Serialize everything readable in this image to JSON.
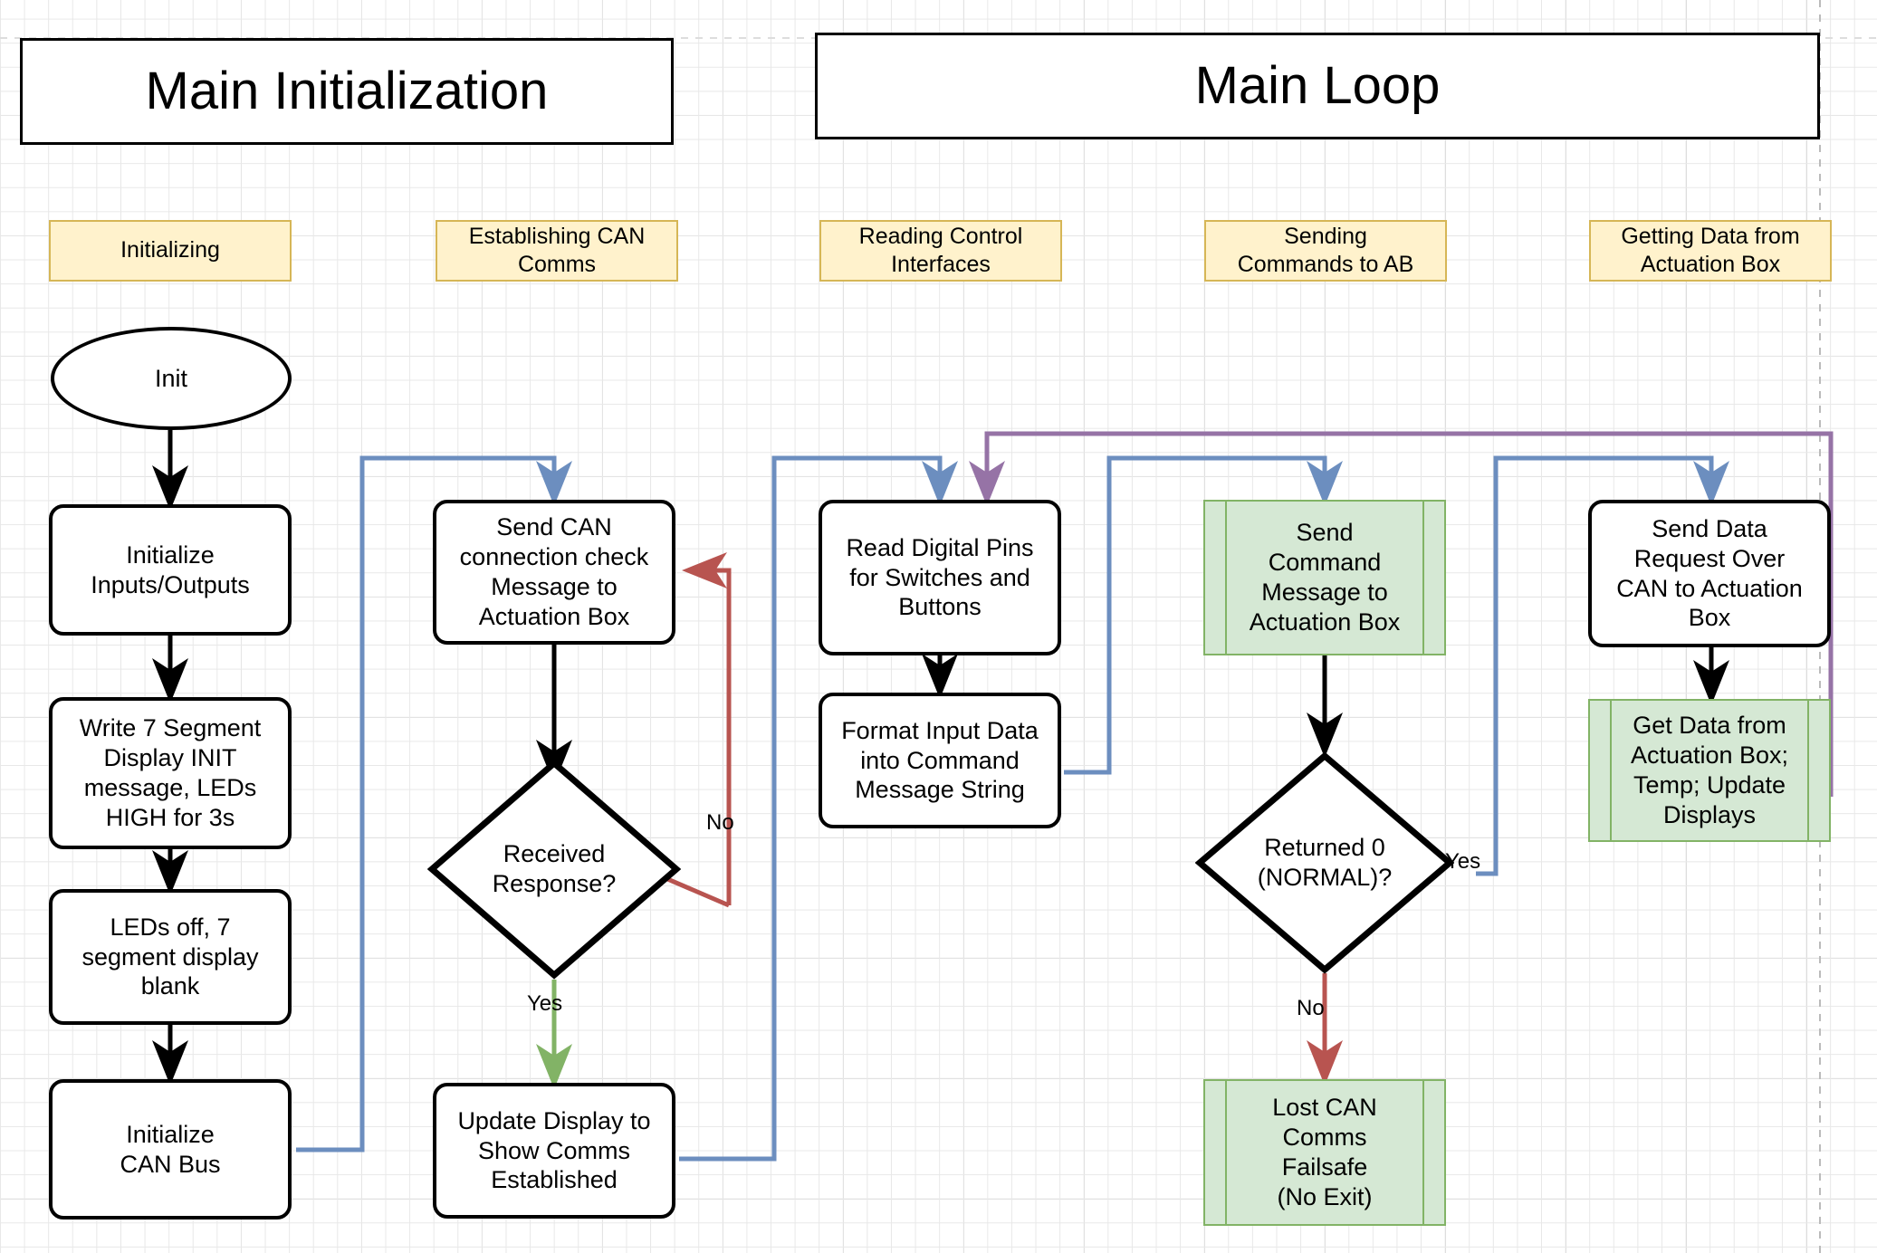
{
  "diagram": {
    "title_left": "Main Initialization",
    "title_right": "Main Loop",
    "colors": {
      "stage_fill": "#fff2cc",
      "stage_stroke": "#d6b656",
      "green_fill": "#d5e8d4",
      "green_stroke": "#82b366",
      "blue_edge": "#6c8ebf",
      "red_edge": "#b85450",
      "green_edge": "#82b366",
      "purple_edge": "#9673a6",
      "black_edge": "#000000"
    }
  },
  "stages": [
    {
      "id": "initializing",
      "label": "Initializing"
    },
    {
      "id": "establishing-can-comms",
      "label": "Establishing CAN\nComms"
    },
    {
      "id": "reading-control-interfaces",
      "label": "Reading Control\nInterfaces"
    },
    {
      "id": "sending-commands-to-ab",
      "label": "Sending\nCommands to AB"
    },
    {
      "id": "getting-data-from-actuation-box",
      "label": "Getting Data from\nActuation Box"
    }
  ],
  "nodes": {
    "init": "Init",
    "initialize_io": "Initialize\nInputs/Outputs",
    "write_7seg": "Write 7 Segment\nDisplay INIT\nmessage, LEDs\nHIGH for 3s",
    "leds_off": "LEDs off, 7\nsegment display\nblank",
    "initialize_can_bus": "Initialize\nCAN Bus",
    "send_can_check": "Send CAN\nconnection check\nMessage to\nActuation Box",
    "received_response": "Received\nResponse?",
    "update_display": "Update Display to\nShow Comms\nEstablished",
    "read_digital_pins": "Read Digital Pins\nfor Switches and\nButtons",
    "format_input_data": "Format Input Data\ninto Command\nMessage String",
    "send_command_msg": "Send\nCommand\nMessage to\nActuation Box",
    "returned_zero": "Returned 0\n(NORMAL)?",
    "lost_can_failsafe": "Lost CAN\nComms\nFailsafe\n(No Exit)",
    "send_data_request": "Send Data\nRequest Over\nCAN to Actuation\nBox",
    "get_data": "Get Data from\nActuation Box;\nTemp; Update\nDisplays"
  },
  "edge_labels": {
    "no_received_response": "No",
    "yes_received_response": "Yes",
    "yes_returned_zero": "Yes",
    "no_returned_zero": "No"
  }
}
